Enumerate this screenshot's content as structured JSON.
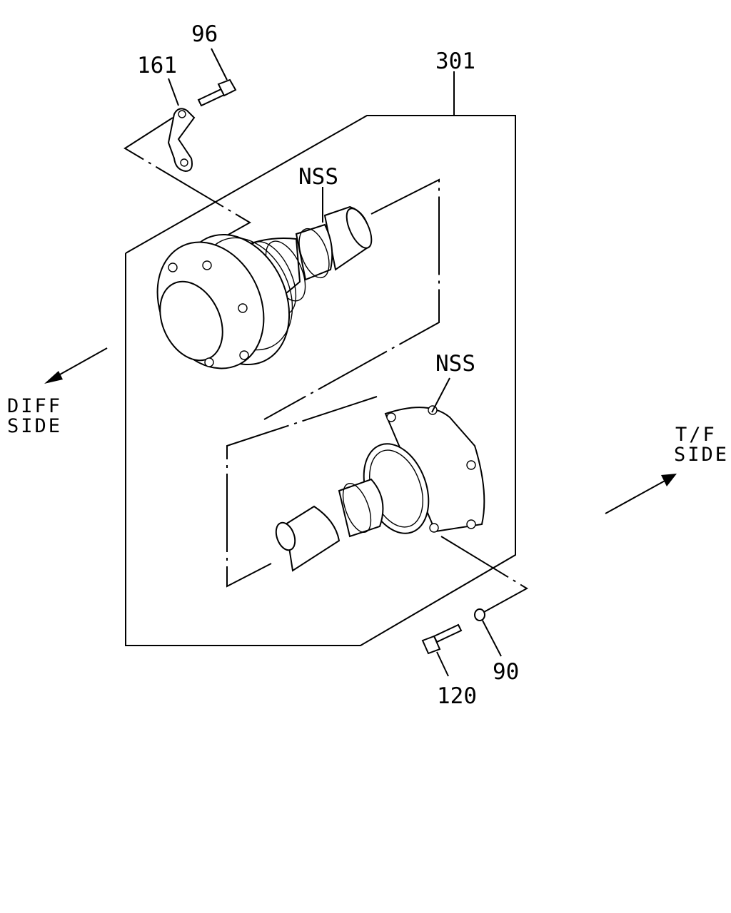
{
  "diagram": {
    "callouts": {
      "part_161": "161",
      "part_96": "96",
      "part_301": "301",
      "nss_upper": "NSS",
      "nss_lower": "NSS",
      "part_120": "120",
      "part_90": "90"
    },
    "sides": {
      "diff_line1": "DIFF",
      "diff_line2": "SIDE",
      "tf_line1": "T/F",
      "tf_line2": "SIDE"
    }
  }
}
